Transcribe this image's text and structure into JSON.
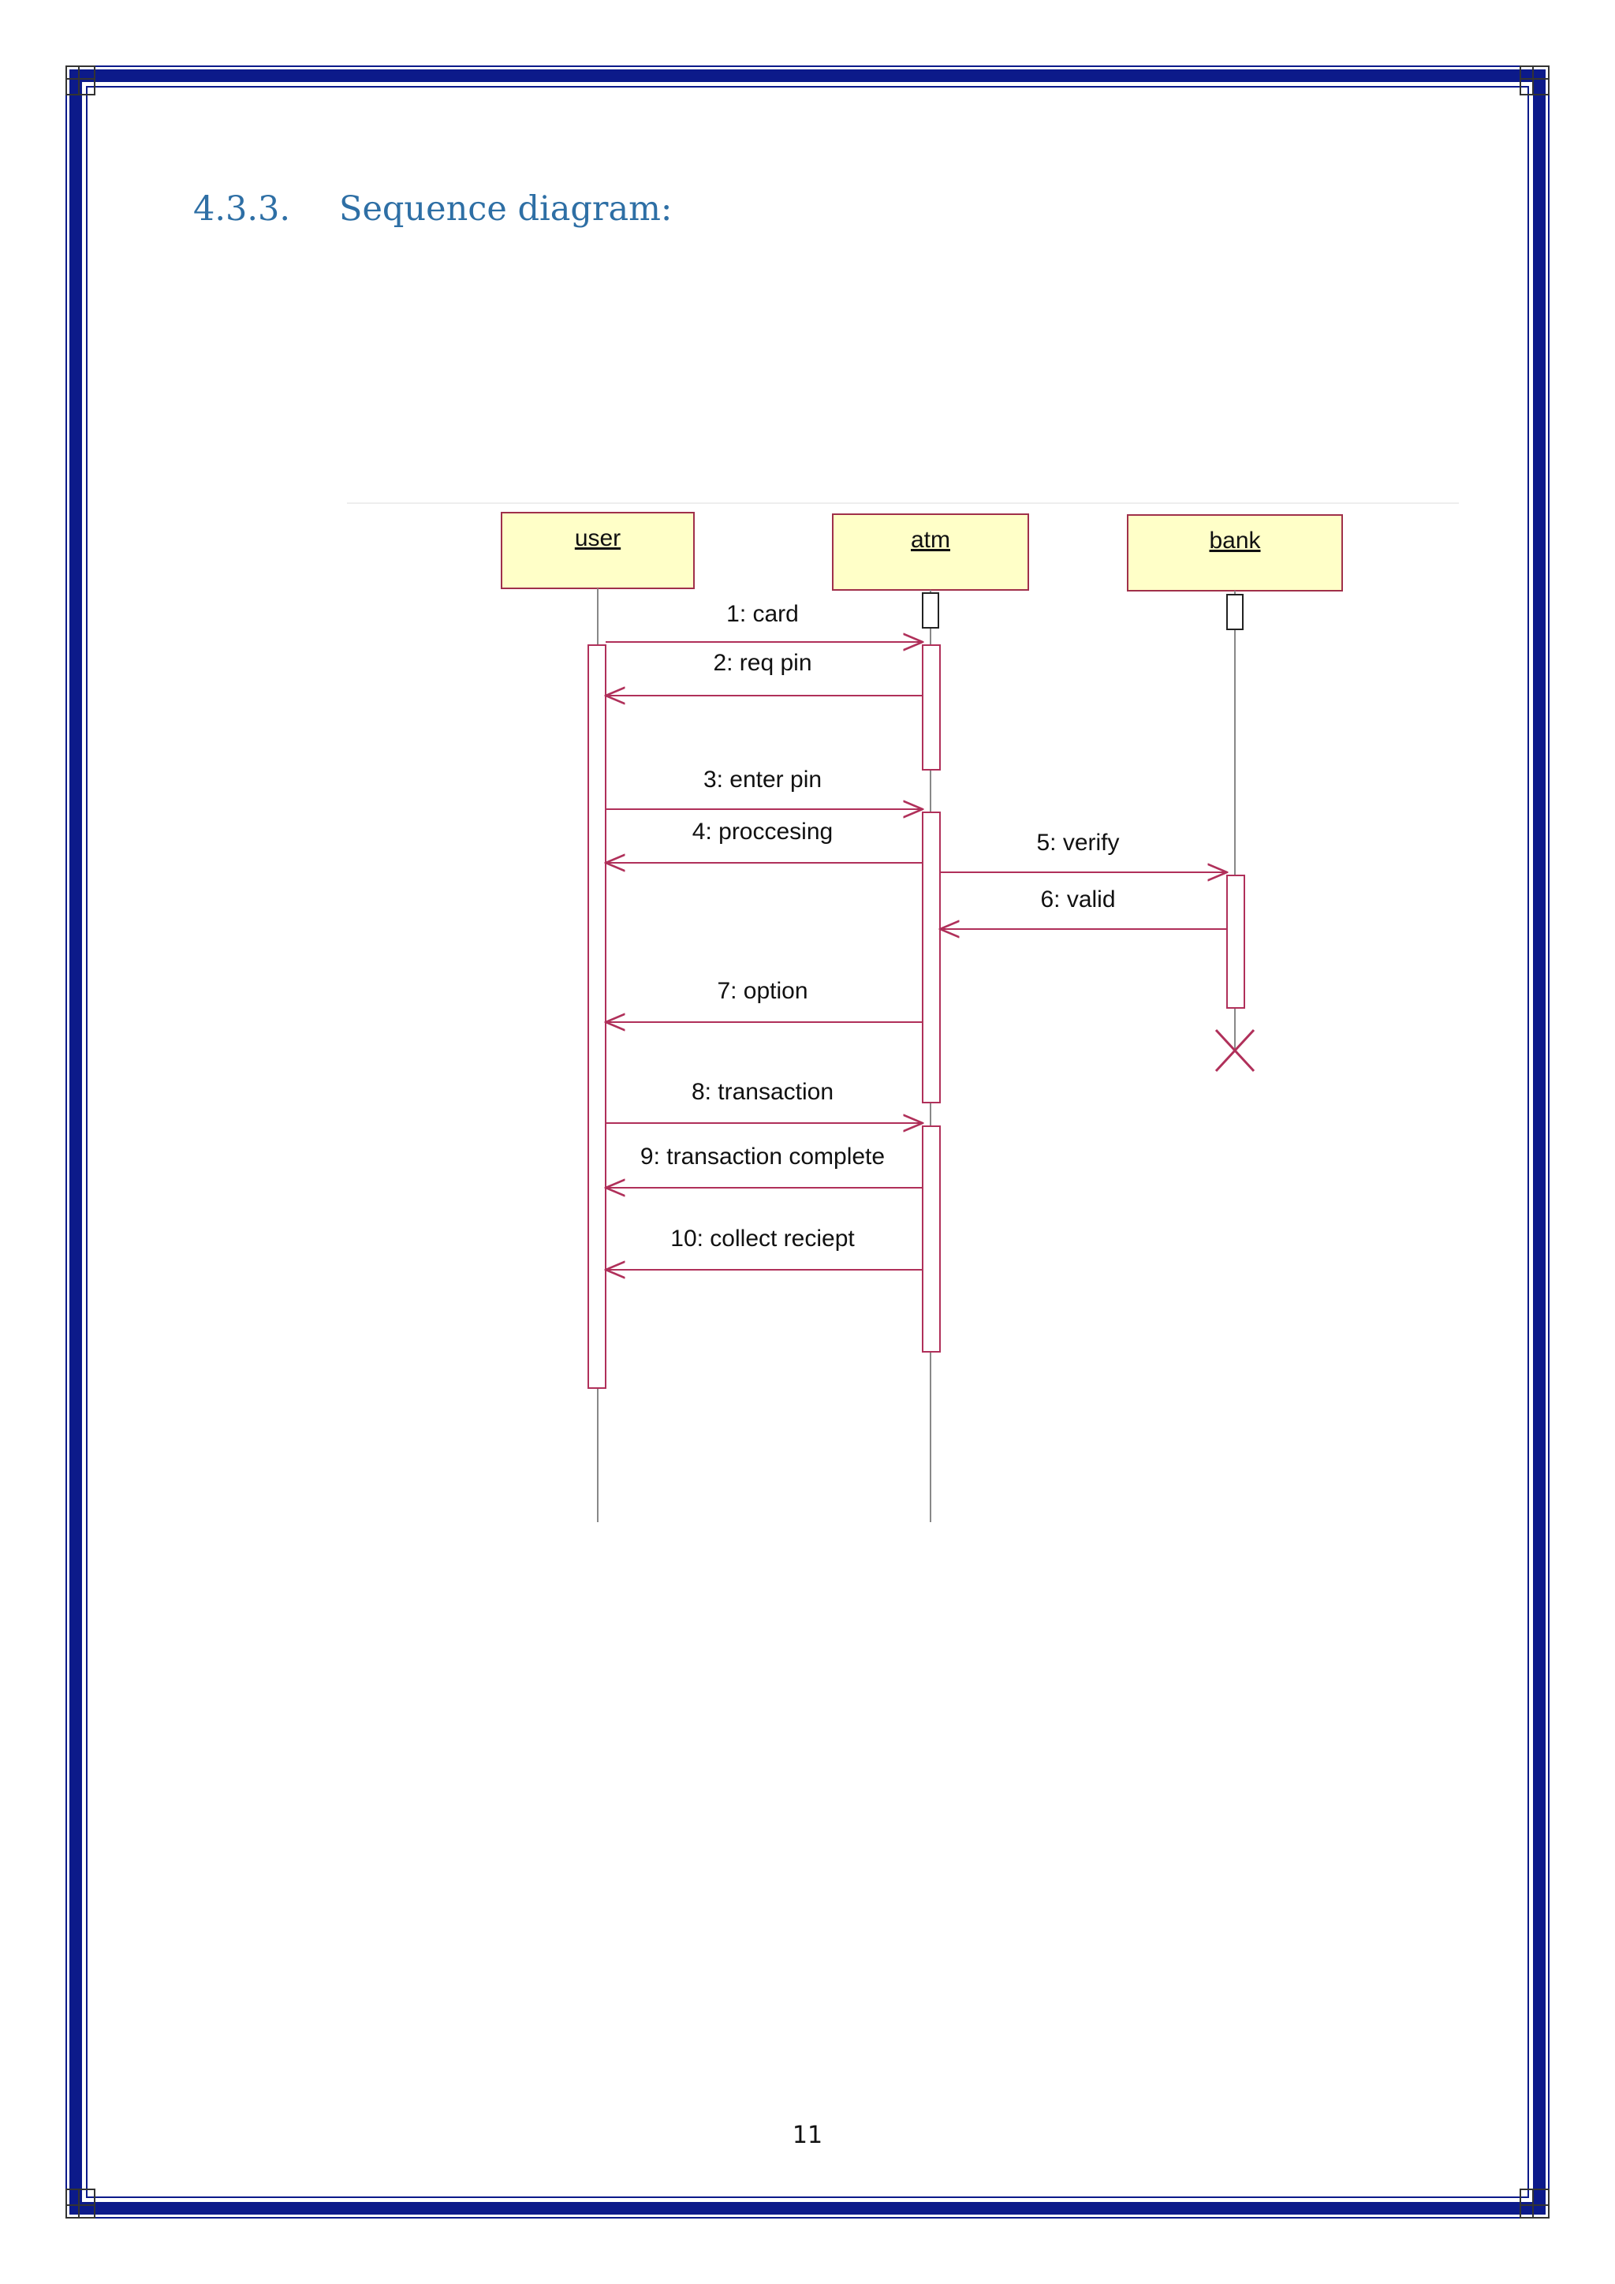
{
  "heading": {
    "number": "4.3.3.",
    "title": "Sequence diagram:"
  },
  "diagram": {
    "participants": [
      {
        "id": "user",
        "label": "user"
      },
      {
        "id": "atm",
        "label": "atm"
      },
      {
        "id": "bank",
        "label": "bank"
      }
    ],
    "messages": [
      {
        "label": "1: card",
        "from": "user",
        "to": "atm"
      },
      {
        "label": "2: req pin",
        "from": "atm",
        "to": "user"
      },
      {
        "label": "3: enter pin",
        "from": "user",
        "to": "atm"
      },
      {
        "label": "4: proccesing",
        "from": "atm",
        "to": "user"
      },
      {
        "label": "5: verify",
        "from": "atm",
        "to": "bank"
      },
      {
        "label": "6: valid",
        "from": "bank",
        "to": "atm"
      },
      {
        "label": "7: option",
        "from": "atm",
        "to": "user"
      },
      {
        "label": "8: transaction",
        "from": "user",
        "to": "atm"
      },
      {
        "label": "9: transaction complete",
        "from": "atm",
        "to": "user"
      },
      {
        "label": "10: collect reciept",
        "from": "atm",
        "to": "user"
      }
    ],
    "destroyed": [
      "bank"
    ],
    "colors": {
      "message": "#b0305a",
      "box_fill": "#ffffc8",
      "box_border": "#a0304a",
      "lifeline": "#888888"
    }
  },
  "page_number": "11",
  "colors": {
    "border": "#0c1a8a",
    "heading": "#2e6fa5"
  }
}
